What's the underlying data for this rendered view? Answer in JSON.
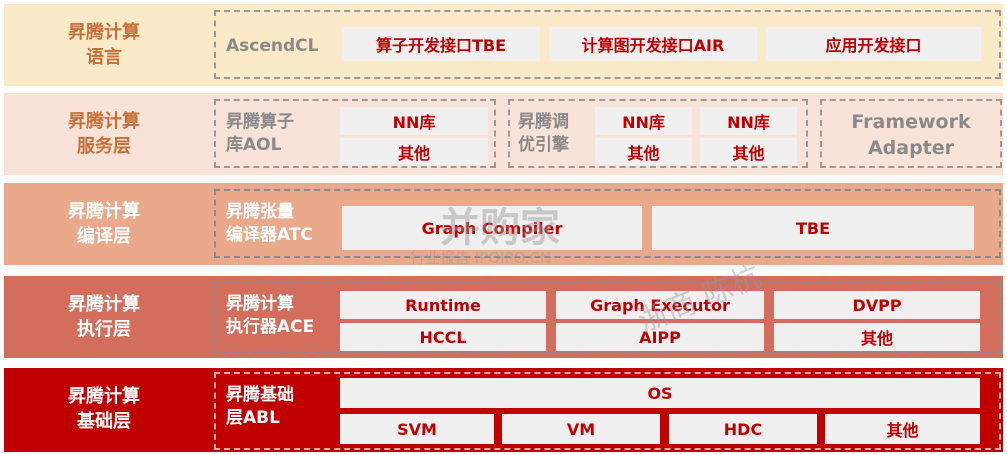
{
  "rows": [
    {
      "id": "language",
      "title": "昇腾计算\n语言",
      "sub": "AscendCL",
      "cells": [
        "算子开发接口TBE",
        "计算图开发接口AIR",
        "应用开发接口"
      ]
    },
    {
      "id": "service",
      "title": "昇腾计算\n服务层",
      "aol": {
        "label": "昇腾算子\n库AOL",
        "nn": "NN库",
        "other": "其他"
      },
      "engine": {
        "label": "昇腾调\n优引擎",
        "nn1": "NN库",
        "nn2": "NN库",
        "other1": "其他",
        "other2": "其他"
      },
      "framework": "Framework\nAdapter"
    },
    {
      "id": "compile",
      "title": "昇腾计算\n编译层",
      "sub": "昇腾张量\n编译器ATC",
      "cells": [
        "Graph Compiler",
        "TBE"
      ]
    },
    {
      "id": "execute",
      "title": "昇腾计算\n执行层",
      "sub": "昇腾计算\n执行器ACE",
      "cells": [
        "Runtime",
        "Graph Executor",
        "DVPP",
        "HCCL",
        "AIPP",
        "其他"
      ]
    },
    {
      "id": "base",
      "title": "昇腾计算\n基础层",
      "sub": "昇腾基础\n层ABL",
      "os": "OS",
      "cells": [
        "SVM",
        "VM",
        "HDC",
        "其他"
      ]
    }
  ],
  "watermark": {
    "brand": "并购家",
    "site": "行业报告 IPOIPO.CN",
    "author": "浙商 陈杭"
  },
  "colors": {
    "row1": "#fbeac8",
    "row2": "#f9e2d7",
    "row3": "#eaa98a",
    "row4": "#d36e5d",
    "row5": "#c00000",
    "cellText": "#c00000"
  }
}
